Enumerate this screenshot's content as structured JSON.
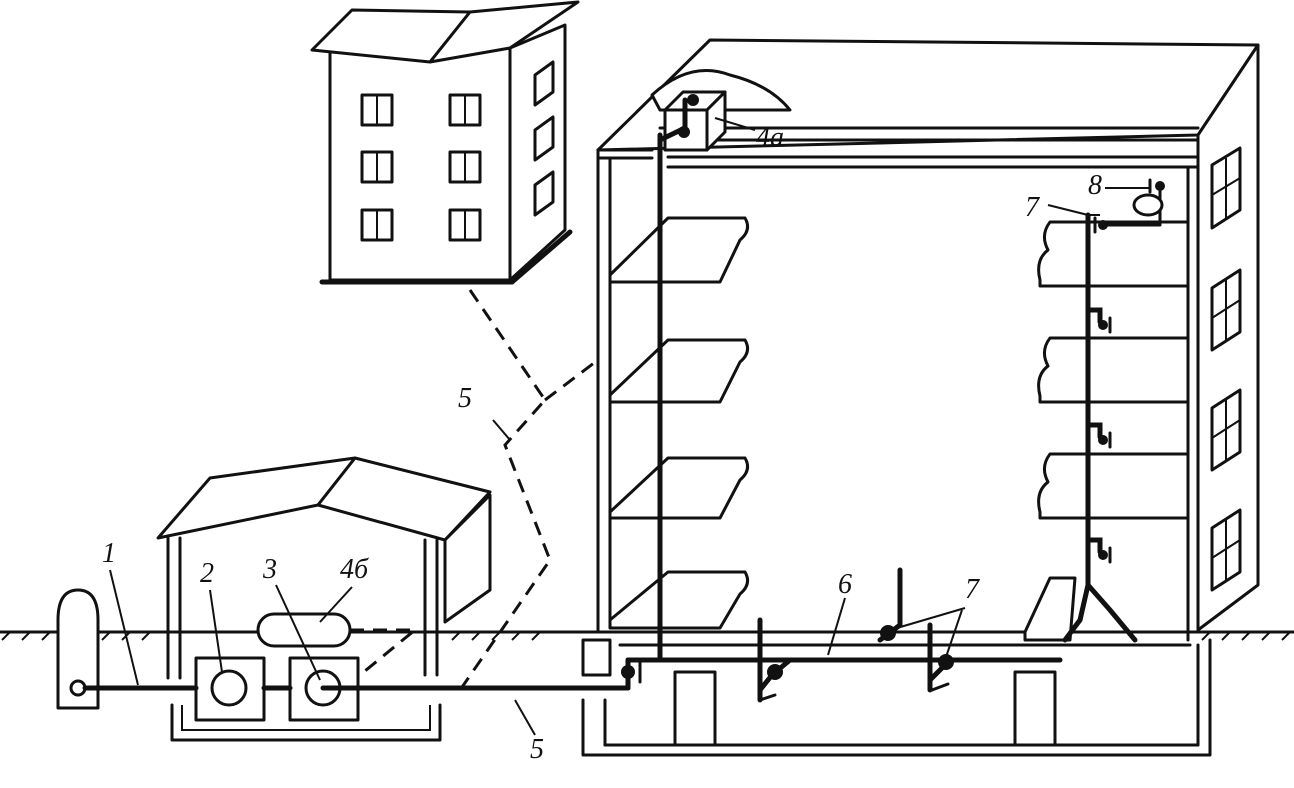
{
  "labels": {
    "l1": "1",
    "l2": "2",
    "l3": "3",
    "l4a": "4а",
    "l4b": "4б",
    "l5_upper": "5",
    "l5_lower": "5",
    "l6": "6",
    "l7_top": "7",
    "l7_bottom": "7",
    "l8": "8"
  }
}
